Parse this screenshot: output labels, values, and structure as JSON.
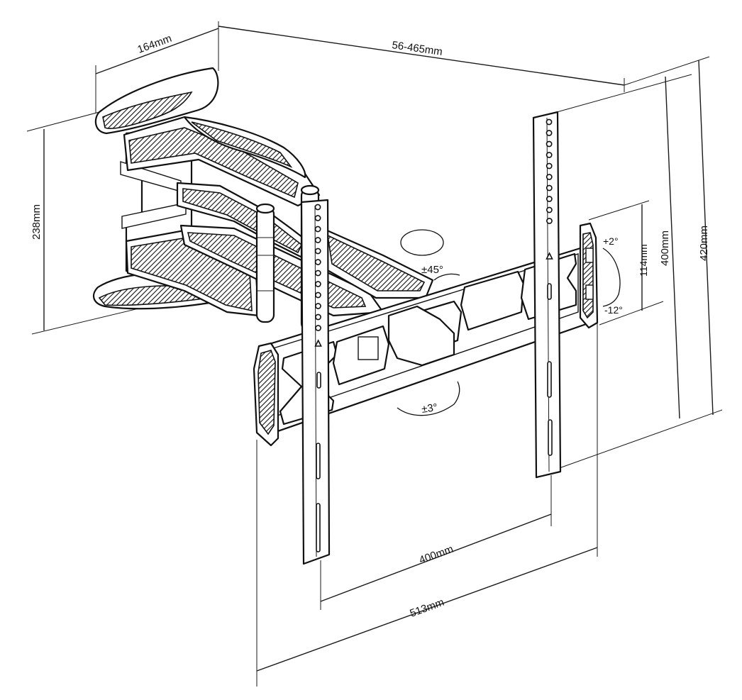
{
  "dimensions": {
    "arm_depth": "164mm",
    "extension": "56-465mm",
    "plate_height": "238mm",
    "vesa_vertical": "400mm",
    "bracket_height": "420mm",
    "tilt_range_span": "114mm",
    "vesa_horizontal": "400mm",
    "bracket_width": "513mm"
  },
  "angles": {
    "swivel": "±45°",
    "rotation": "±3°",
    "tilt_up": "+2°",
    "tilt_down": "-12°"
  },
  "colors": {
    "line": "#111111",
    "background": "#ffffff"
  }
}
